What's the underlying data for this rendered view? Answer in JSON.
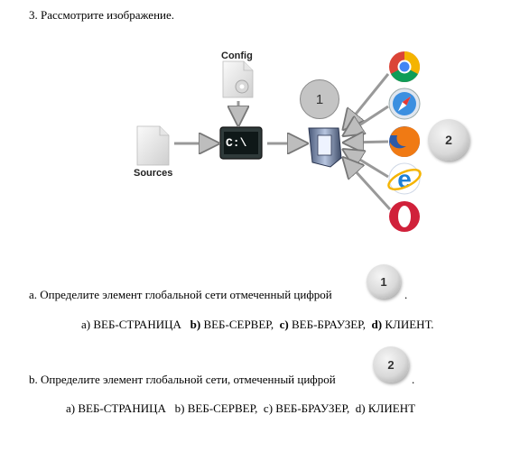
{
  "question_title": "3. Рассмотрите изображение.",
  "diagram": {
    "config_label": "Config",
    "sources_label": "Sources",
    "terminal_text": "C:\\",
    "marker_1": "1",
    "marker_2": "2",
    "browser_icons": [
      "chrome-icon",
      "safari-icon",
      "firefox-icon",
      "internet-explorer-icon",
      "opera-icon"
    ]
  },
  "part_a": {
    "text": "a. Определите элемент глобальной сети отмеченный цифрой",
    "badge": "1",
    "tail": ".",
    "options": {
      "a": "a) ВЕБ-СТРАНИЦА",
      "b_letter": "b)",
      "b_text": " ВЕБ-СЕРВЕР,",
      "c_letter": "c)",
      "c_text": " ВЕБ-БРАУЗЕР,",
      "d_letter": "d)",
      "d_text": " КЛИЕНТ."
    }
  },
  "part_b": {
    "text": "b. Определите элемент глобальной сети, отмеченный цифрой",
    "badge": "2",
    "tail": ".",
    "options": {
      "a": "a) ВЕБ-СТРАНИЦА",
      "b_text": "b) ВЕБ-СЕРВЕР,",
      "c_text": "c) ВЕБ-БРАУЗЕР,",
      "d_text": "d) КЛИЕНТ"
    }
  }
}
